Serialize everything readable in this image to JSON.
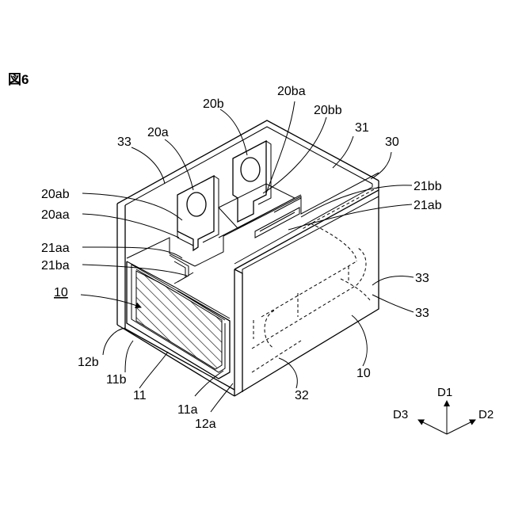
{
  "figure": {
    "title": "図6",
    "underlined_label": "10"
  },
  "labels": {
    "l20b": "20b",
    "l20ba": "20ba",
    "l20bb": "20bb",
    "l20a": "20a",
    "l33_top": "33",
    "l31": "31",
    "l30": "30",
    "l20ab": "20ab",
    "l20aa": "20aa",
    "l21bb": "21bb",
    "l21ab": "21ab",
    "l21aa": "21aa",
    "l21ba": "21ba",
    "l10_arrow": "10",
    "l33_right1": "33",
    "l33_right2": "33",
    "l12b": "12b",
    "l11b": "11b",
    "l11": "11",
    "l11a": "11a",
    "l12a": "12a",
    "l32": "32",
    "l10_right": "10"
  },
  "directions": {
    "d1": "D1",
    "d2": "D2",
    "d3": "D3"
  }
}
